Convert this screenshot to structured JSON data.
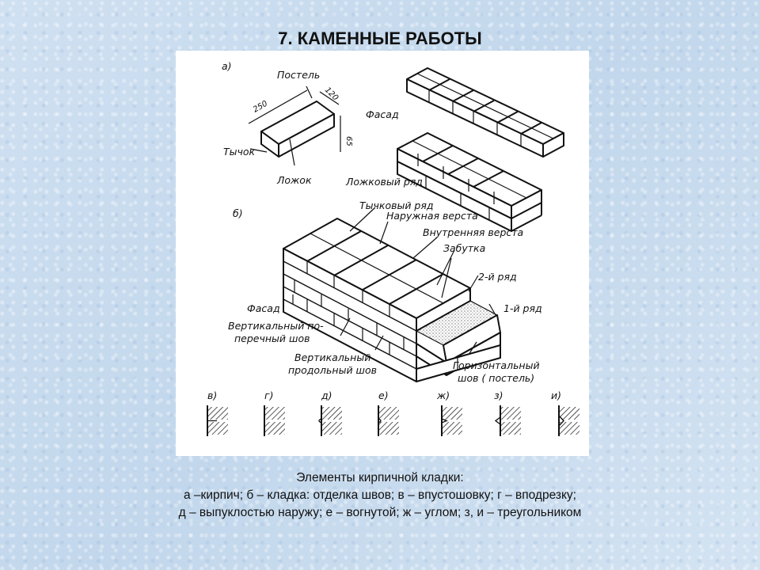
{
  "title": "7. КАМЕННЫЕ   РАБОТЫ",
  "diagram": {
    "panel_a": "а)",
    "panel_b": "б)",
    "postel": "Постель",
    "dim_250": "250",
    "dim_120": "120",
    "dim_65": "65",
    "tychok": "Тычок",
    "lozhok": "Ложок",
    "fasad_a": "Фасад",
    "lozhkovyi_ryad": "Ложковый ряд",
    "tychkovyi_ryad": "Тычковый ряд",
    "naruzhnaya_versta": "Наружная верста",
    "vnutrennyaya_versta": "Внутренняя верста",
    "zabutka": "Забутка",
    "ryad_2": "2-й ряд",
    "ryad_1": "1-й ряд",
    "fasad_b": "Фасад",
    "vert_pop_1": "Вертикальный по-",
    "vert_pop_2": "перечный шов",
    "vert_prod_1": "Вертикальный",
    "vert_prod_2": "продольный шов",
    "horiz_1": "Горизонтальный",
    "horiz_2": "шов ( постель)",
    "joints": [
      "в)",
      "г)",
      "д)",
      "е)",
      "ж)",
      "з)",
      "и)"
    ]
  },
  "caption": {
    "heading": "Элементы кирпичной кладки:",
    "line1": "а –кирпич; б – кладка: отделка швов; в – впустошовку; г – вподрезку;",
    "line2": "д – выпуклостью наружу; е – вогнутой; ж – углом; з, и  – треугольником"
  }
}
